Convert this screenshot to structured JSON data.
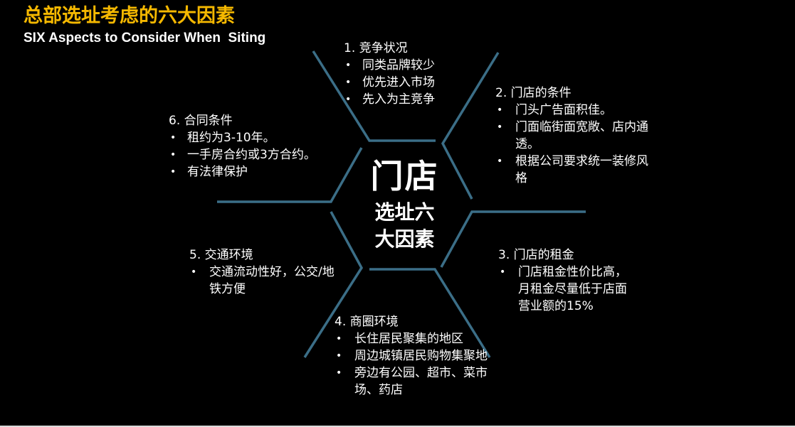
{
  "header": {
    "title_cn": "总部选址考虑的六大因素",
    "title_en": "SIX Aspects to Consider When  Siting"
  },
  "colors": {
    "background": "#000000",
    "title_accent": "#F5B800",
    "line": "#3B6E87",
    "text": "#FFFFFF"
  },
  "center": {
    "main": "门店",
    "sub_line1": "选址六",
    "sub_line2": "大因素"
  },
  "factors": [
    {
      "heading": "1. 竞争状况",
      "bullets": [
        "同类品牌较少",
        "优先进入市场",
        "先入为主竞争"
      ]
    },
    {
      "heading": "2. 门店的条件",
      "bullets": [
        "门头广告面积佳。",
        "门面临街面宽敞、店内通透。",
        "根据公司要求统一装修风格"
      ]
    },
    {
      "heading": "3. 门店的租金",
      "bullets": [
        "门店租金性价比高，月租金尽量低于店面营业额的15%"
      ]
    },
    {
      "heading": "4. 商圈环境",
      "bullets": [
        "长住居民聚集的地区",
        "周边城镇居民购物集聚地",
        "旁边有公园、超市、菜市场、药店"
      ]
    },
    {
      "heading": "5. 交通环境",
      "bullets": [
        "交通流动性好，公交/地铁方便"
      ]
    },
    {
      "heading": "6. 合同条件",
      "bullets": [
        "租约为3-10年。",
        "一手房合约或3方合约。",
        "有法律保护"
      ]
    }
  ],
  "bullet_glyph": "•"
}
